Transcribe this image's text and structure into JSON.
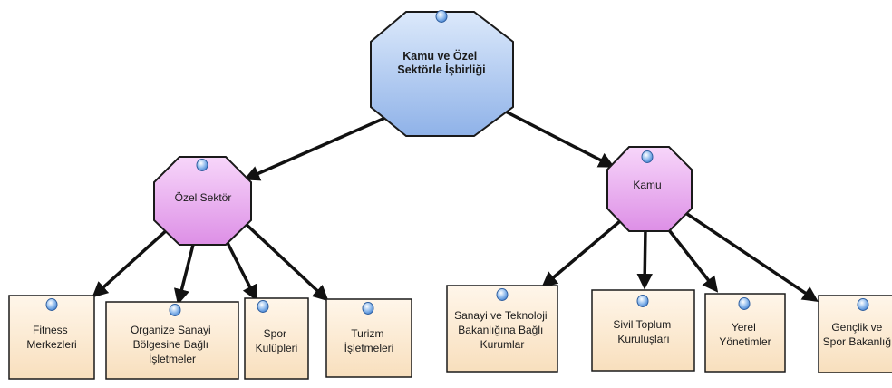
{
  "root": {
    "lines": [
      "Kamu ve Özel",
      "Sektörle İşbirliği"
    ]
  },
  "ozel_sektor": {
    "lines": [
      "Özel Sektör"
    ],
    "children": [
      {
        "lines": [
          "Fitness",
          "Merkezleri"
        ]
      },
      {
        "lines": [
          "Organize Sanayi",
          "Bölgesine Bağlı",
          "İşletmeler"
        ]
      },
      {
        "lines": [
          "Spor",
          "Kulüpleri"
        ]
      },
      {
        "lines": [
          "Turizm",
          "İşletmeleri"
        ]
      }
    ]
  },
  "kamu": {
    "lines": [
      "Kamu"
    ],
    "children": [
      {
        "lines": [
          "Sanayi ve Teknoloji",
          "Bakanlığına Bağlı",
          "Kurumlar"
        ]
      },
      {
        "lines": [
          "Sivil Toplum",
          "Kuruluşları"
        ]
      },
      {
        "lines": [
          "Yerel",
          "Yönetimler"
        ]
      },
      {
        "lines": [
          "Gençlik ve",
          "Spor Bakanlığı"
        ]
      }
    ]
  },
  "colors": {
    "root_fill": "#a9c6f2",
    "category_fill": "#eaa6ef",
    "leaf_fill": "#fdebd3",
    "outline": "#1a1a1a",
    "marker": "#6fa3e6"
  }
}
